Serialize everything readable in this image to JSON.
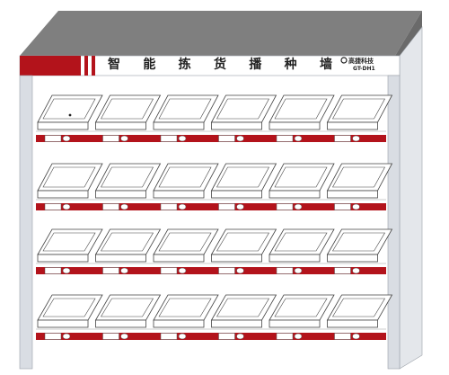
{
  "header": {
    "title_chars": [
      "智",
      "能",
      "拣",
      "货",
      "播",
      "种",
      "墙"
    ],
    "brand_name": "高捷科技",
    "model_code": "GT-DH1"
  },
  "structure": {
    "shelf_rows": 4,
    "bins_per_row": 6
  },
  "colors": {
    "roof": "#7f7f7f",
    "roof_edge": "#5e5e5e",
    "header_red": "#b3131b",
    "pillar": "#d9dde3",
    "rail_red": "#b3131b",
    "line": "#444444"
  }
}
